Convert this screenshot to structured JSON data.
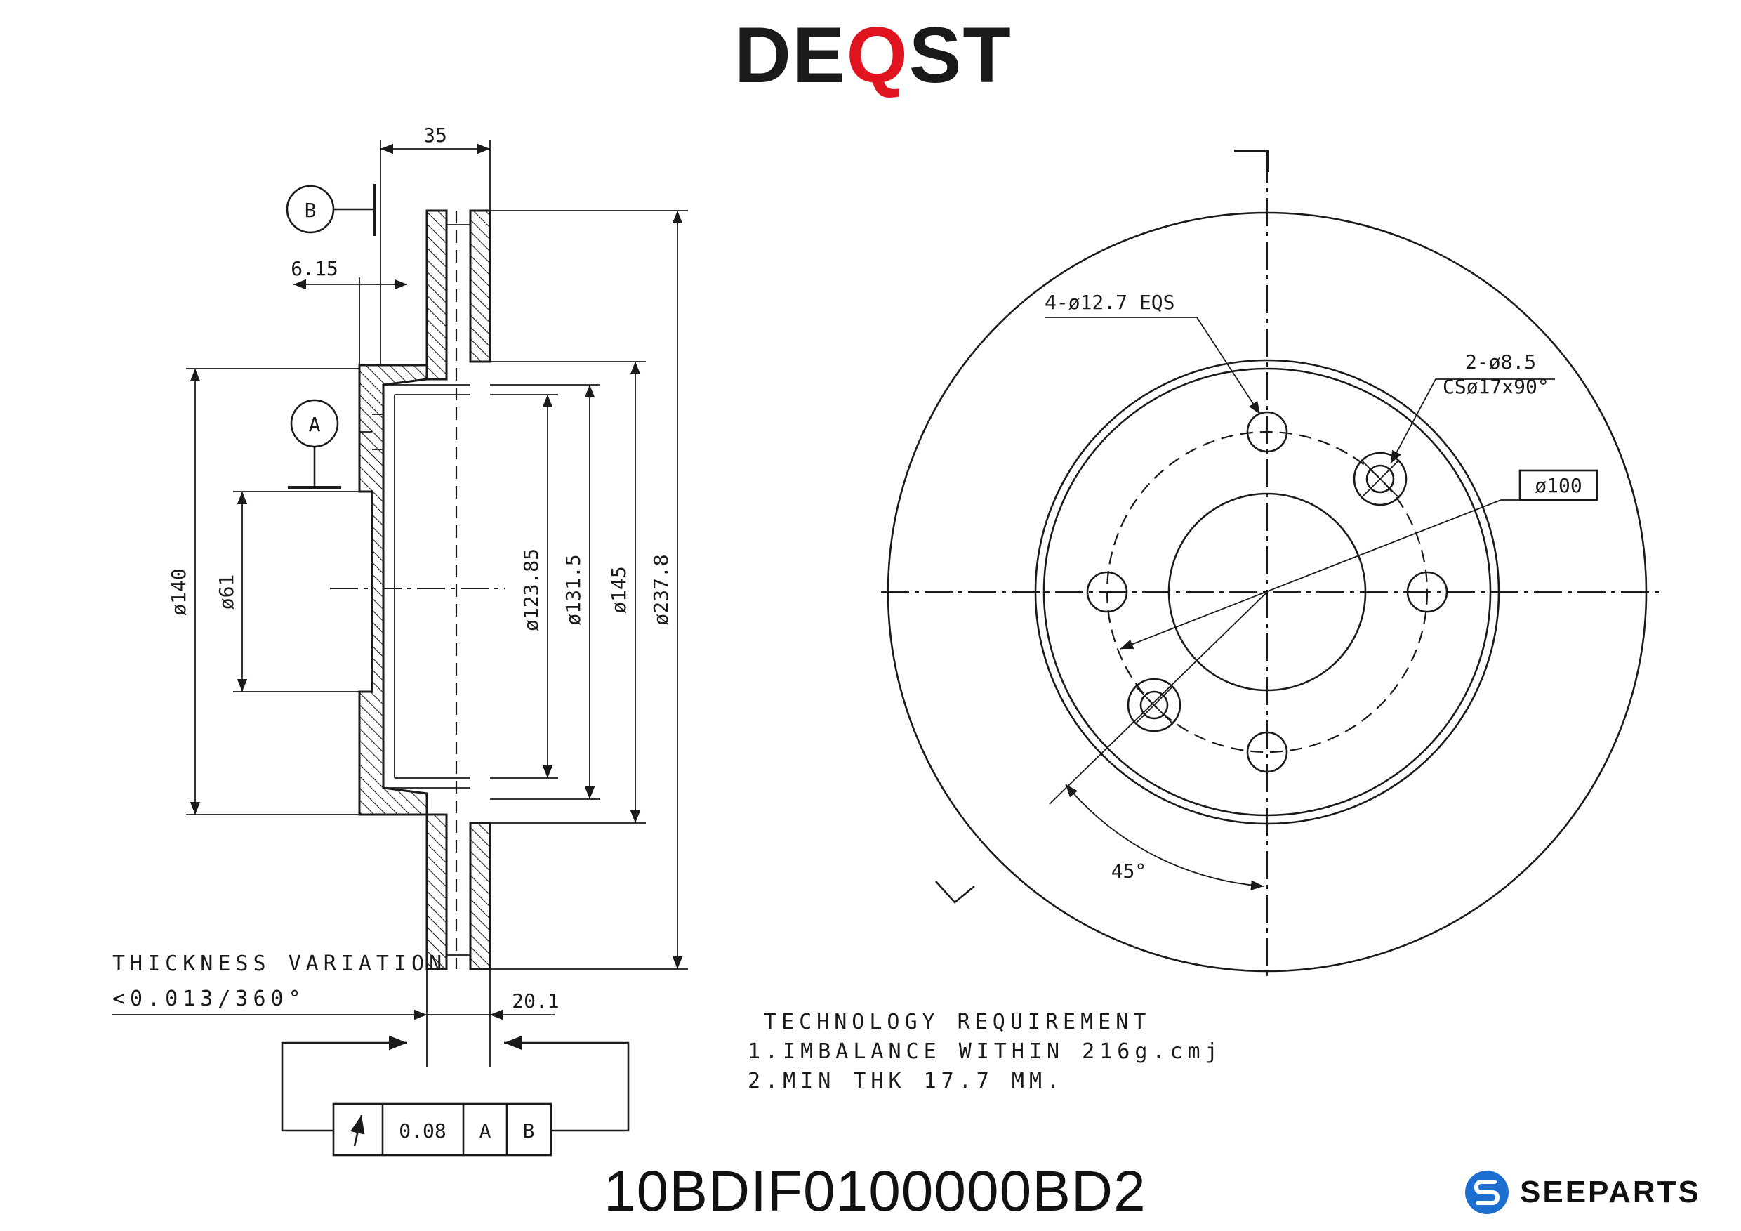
{
  "brand": {
    "prefix": "DE",
    "q": "Q",
    "suffix": "ST"
  },
  "part_number": "10BDIF0100000BD2",
  "watermark": "SEEPARTS",
  "datums": {
    "a": "A",
    "b": "B"
  },
  "side_view": {
    "dim_width": "35",
    "dim_offset": "6.15",
    "dim_thickness": "20.1",
    "dia_140": "ø140",
    "dia_61": "ø61",
    "dia_123": "ø123.85",
    "dia_131": "ø131.5",
    "dia_145": "ø145",
    "dia_237": "ø237.8"
  },
  "front_view": {
    "holes_label": "4-ø12.7 EQS",
    "cs_label_1": "2-ø8.5",
    "cs_label_2": "CSø17x90°",
    "pcd_label": "ø100",
    "angle_label": "45°"
  },
  "thickness_variation": {
    "title": "THICKNESS VARIATION",
    "value": "<0.013/360°"
  },
  "tolerance_frame": {
    "value": "0.08",
    "datum_1": "A",
    "datum_2": "B"
  },
  "technology": {
    "title": "TECHNOLOGY REQUIREMENT",
    "line1": "1.IMBALANCE WITHIN 216g.cmj",
    "line2": "2.MIN THK 17.7 MM."
  },
  "colors": {
    "ink": "#1a1a1a",
    "brand_accent": "#e0141e",
    "seeparts_blue": "#1c6fd1"
  }
}
